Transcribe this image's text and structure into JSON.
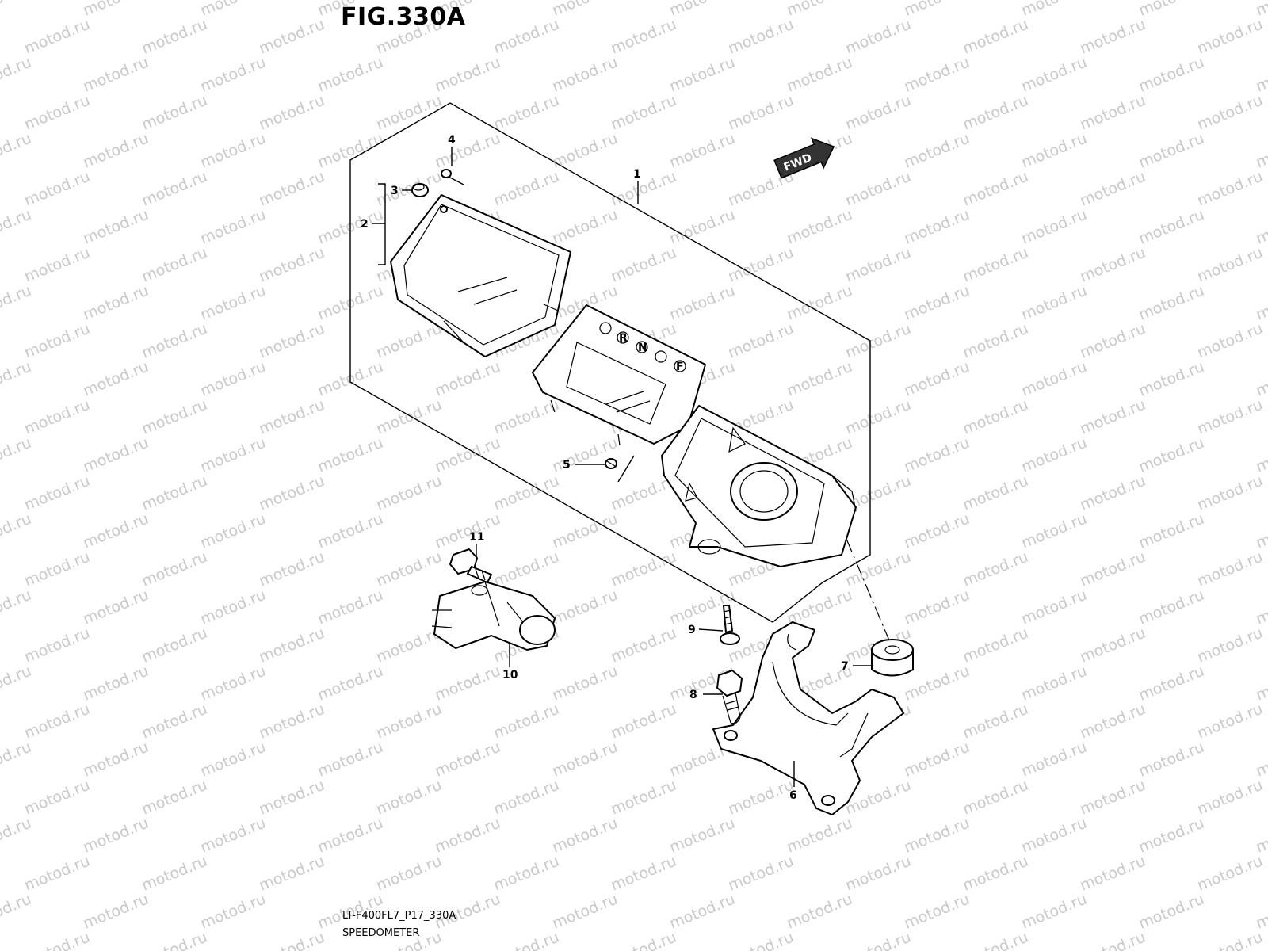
{
  "figure": {
    "title": "FIG.330A",
    "code": "LT-F400FL7_P17_330A",
    "caption": "SPEEDOMETER",
    "fwd_label": "FWD",
    "watermark": "motod.ru"
  },
  "callouts": [
    {
      "id": "1",
      "label": "1"
    },
    {
      "id": "2",
      "label": "2"
    },
    {
      "id": "3",
      "label": "3"
    },
    {
      "id": "4",
      "label": "4"
    },
    {
      "id": "5",
      "label": "5"
    },
    {
      "id": "6",
      "label": "6"
    },
    {
      "id": "7",
      "label": "7"
    },
    {
      "id": "8",
      "label": "8"
    },
    {
      "id": "9",
      "label": "9"
    },
    {
      "id": "10",
      "label": "10"
    },
    {
      "id": "11",
      "label": "11"
    }
  ],
  "indicators": [
    "R",
    "N",
    "F"
  ]
}
